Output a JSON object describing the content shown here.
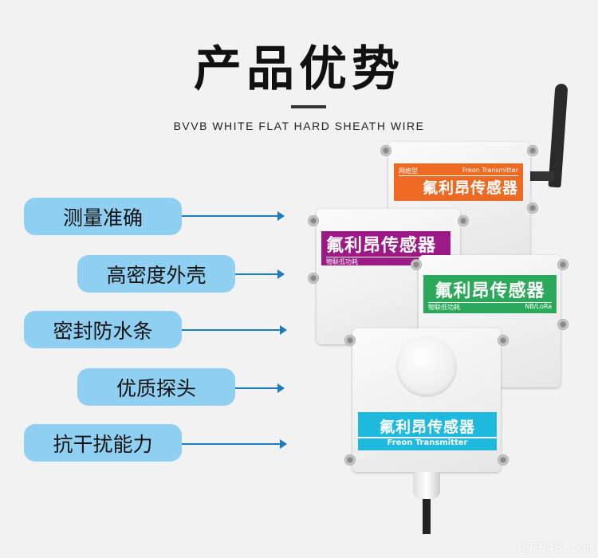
{
  "header": {
    "title": "产品优势",
    "subtitle": "BVVB WHITE FLAT HARD SHEATH WIRE"
  },
  "features": [
    {
      "label": "测量准确"
    },
    {
      "label": "高密度外壳"
    },
    {
      "label": "密封防水条"
    },
    {
      "label": "优质探头"
    },
    {
      "label": "抗干扰能力"
    }
  ],
  "products": {
    "orange": {
      "tag": "网络型",
      "en": "Freon Transmitter",
      "cn": "氟利昂传感器",
      "color": "#ec6a23"
    },
    "purple": {
      "cn": "氟利昂传感器",
      "sub": "物联低功耗",
      "color": "#9c1a86"
    },
    "green": {
      "cn": "氟利昂传感器",
      "sub": "物联低功耗",
      "tag": "NB/LoRa",
      "color": "#2ca85a"
    },
    "cyan": {
      "cn": "氟利昂传感器",
      "en": "Freon Transmitter",
      "color": "#1eb9dd"
    }
  },
  "watermark": "437848.com",
  "colors": {
    "pill": "#8fd0f2",
    "arrow": "#1b7dbd",
    "background": "#f2f2f2"
  }
}
